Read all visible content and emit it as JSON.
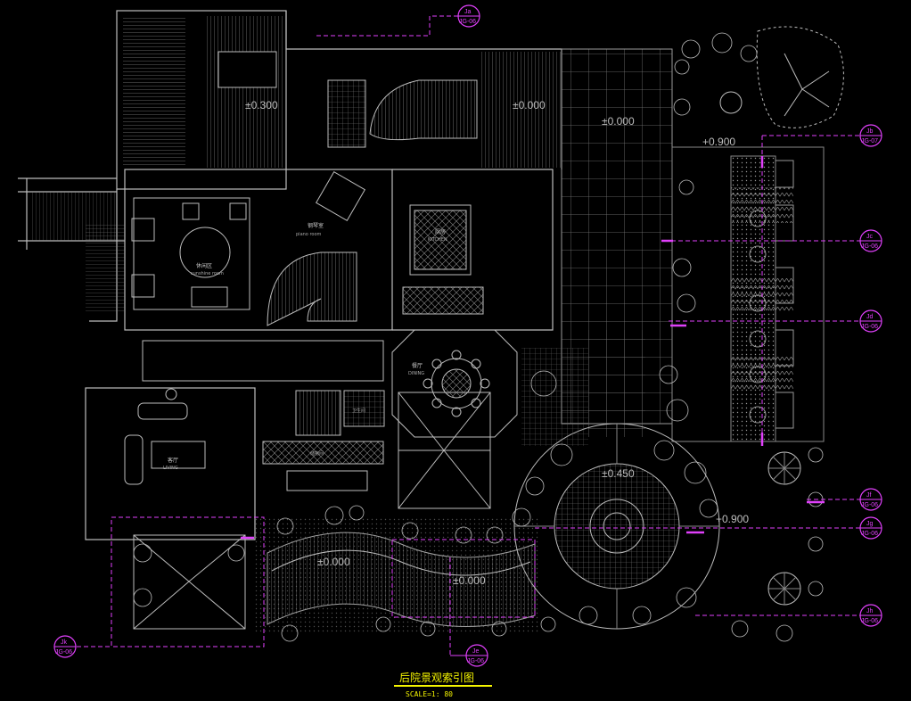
{
  "drawing": {
    "title": "后院景观索引图",
    "scale": "SCALE=1: 80",
    "accent_color": "#e040fb",
    "line_color": "#bdbdbd",
    "title_color": "#f5f500"
  },
  "elevations": {
    "e1": "±0.300",
    "e2": "±0.000",
    "e3": "±0.000",
    "e4": "+0.900",
    "e5": "±0.450",
    "e6": "+0.900",
    "e7": "±0.000",
    "e8": "±0.000"
  },
  "rooms": {
    "piano": "钢琴室",
    "piano_en": "piano room",
    "sunroom": "休闲区",
    "sunroom_en": "sunshine room",
    "kitchen": "厨房",
    "kitchen_en": "KITCHEN",
    "dining": "餐厅",
    "dining_en": "DINING",
    "living": "客厅",
    "living_en": "LIVING",
    "storage": "储物间",
    "bath": "卫生间"
  },
  "markers": [
    {
      "id": "Ja",
      "ref": "JG-06"
    },
    {
      "id": "Jb",
      "ref": "JG-07"
    },
    {
      "id": "Jc",
      "ref": "JG-06"
    },
    {
      "id": "Jd",
      "ref": "JG-06"
    },
    {
      "id": "Jf",
      "ref": "JG-06"
    },
    {
      "id": "Jg",
      "ref": "JG-06"
    },
    {
      "id": "Jh",
      "ref": "JG-06"
    },
    {
      "id": "Jk",
      "ref": "JG-06"
    },
    {
      "id": "Je",
      "ref": "JG-06"
    }
  ]
}
